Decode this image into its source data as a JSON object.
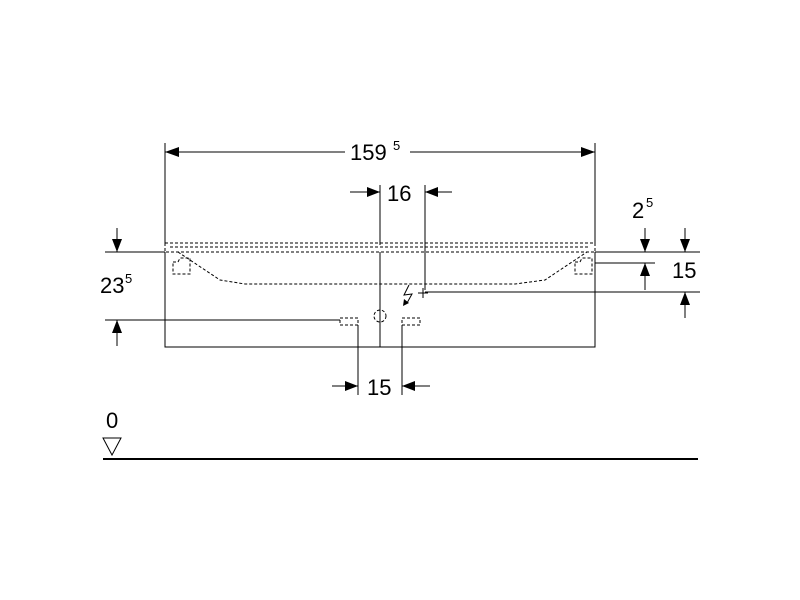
{
  "dimensions": {
    "total_width": {
      "value": "159",
      "sup": "5"
    },
    "drain_offset": {
      "value": "16"
    },
    "top_thickness": {
      "value": "2",
      "sup": "5"
    },
    "electric_height": {
      "value": "15"
    },
    "cabinet_height": {
      "value": "23",
      "sup": "5"
    },
    "outlet_spacing": {
      "value": "15"
    },
    "floor_level": {
      "value": "0"
    }
  }
}
